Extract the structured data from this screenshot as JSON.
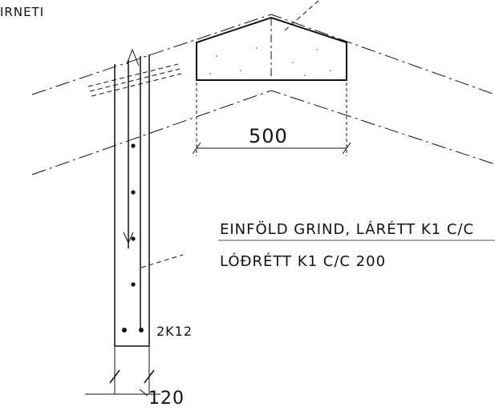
{
  "drawing": {
    "title_fragment": "IRNETI",
    "dimension_width": "500",
    "reinforcement_note_line1": "EINFÖLD GRIND, LÁRÉTT K1 C/C",
    "reinforcement_note_line2": "LÓÐRÉTT K1 C/C 200",
    "bar_label": "2K12",
    "dimension_thickness": "120"
  }
}
